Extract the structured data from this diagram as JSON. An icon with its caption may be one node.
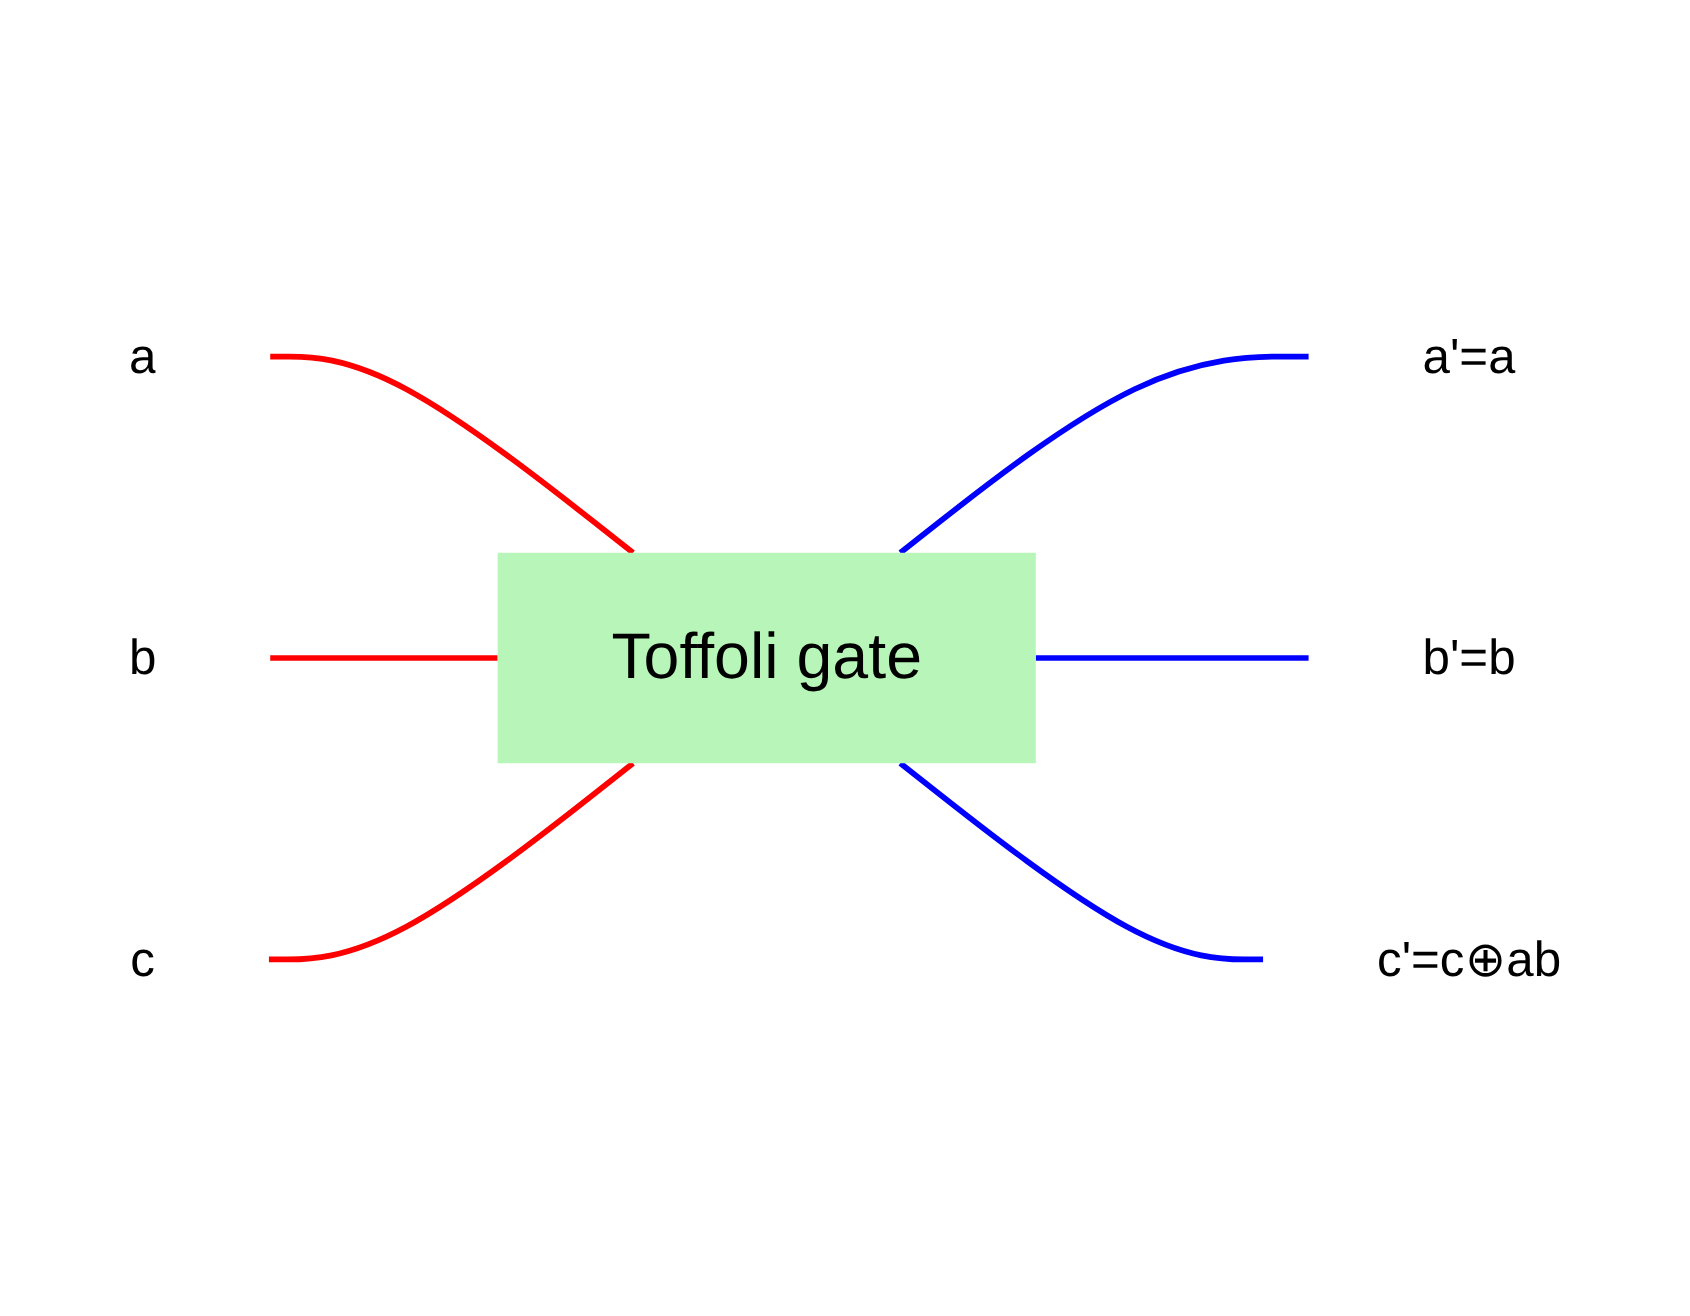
{
  "diagram": {
    "nodes": [
      {
        "text": [
          "a"
        ]
      },
      {
        "text": [
          "b"
        ]
      },
      {
        "text": [
          "c"
        ]
      },
      {
        "text": [
          "Toffoli gate"
        ]
      },
      {
        "text": [
          "a'=a"
        ]
      },
      {
        "text": [
          "b'=b"
        ]
      },
      {
        "text": [
          "c'=c⊕ab"
        ]
      }
    ],
    "edges": [
      {
        "from": 0,
        "to": 3,
        "arrow": "none",
        "color": "#ff0000"
      },
      {
        "from": 1,
        "to": 3,
        "arrow": "none",
        "color": "#ff0000"
      },
      {
        "from": 2,
        "to": 3,
        "arrow": "none",
        "color": "#ff0000"
      },
      {
        "from": 3,
        "to": 4,
        "arrow": "none",
        "color": "#0000ff"
      },
      {
        "from": 3,
        "to": 5,
        "arrow": "none",
        "color": "#0000ff"
      },
      {
        "from": 3,
        "to": 6,
        "arrow": "none",
        "color": "#0000ff"
      }
    ]
  }
}
